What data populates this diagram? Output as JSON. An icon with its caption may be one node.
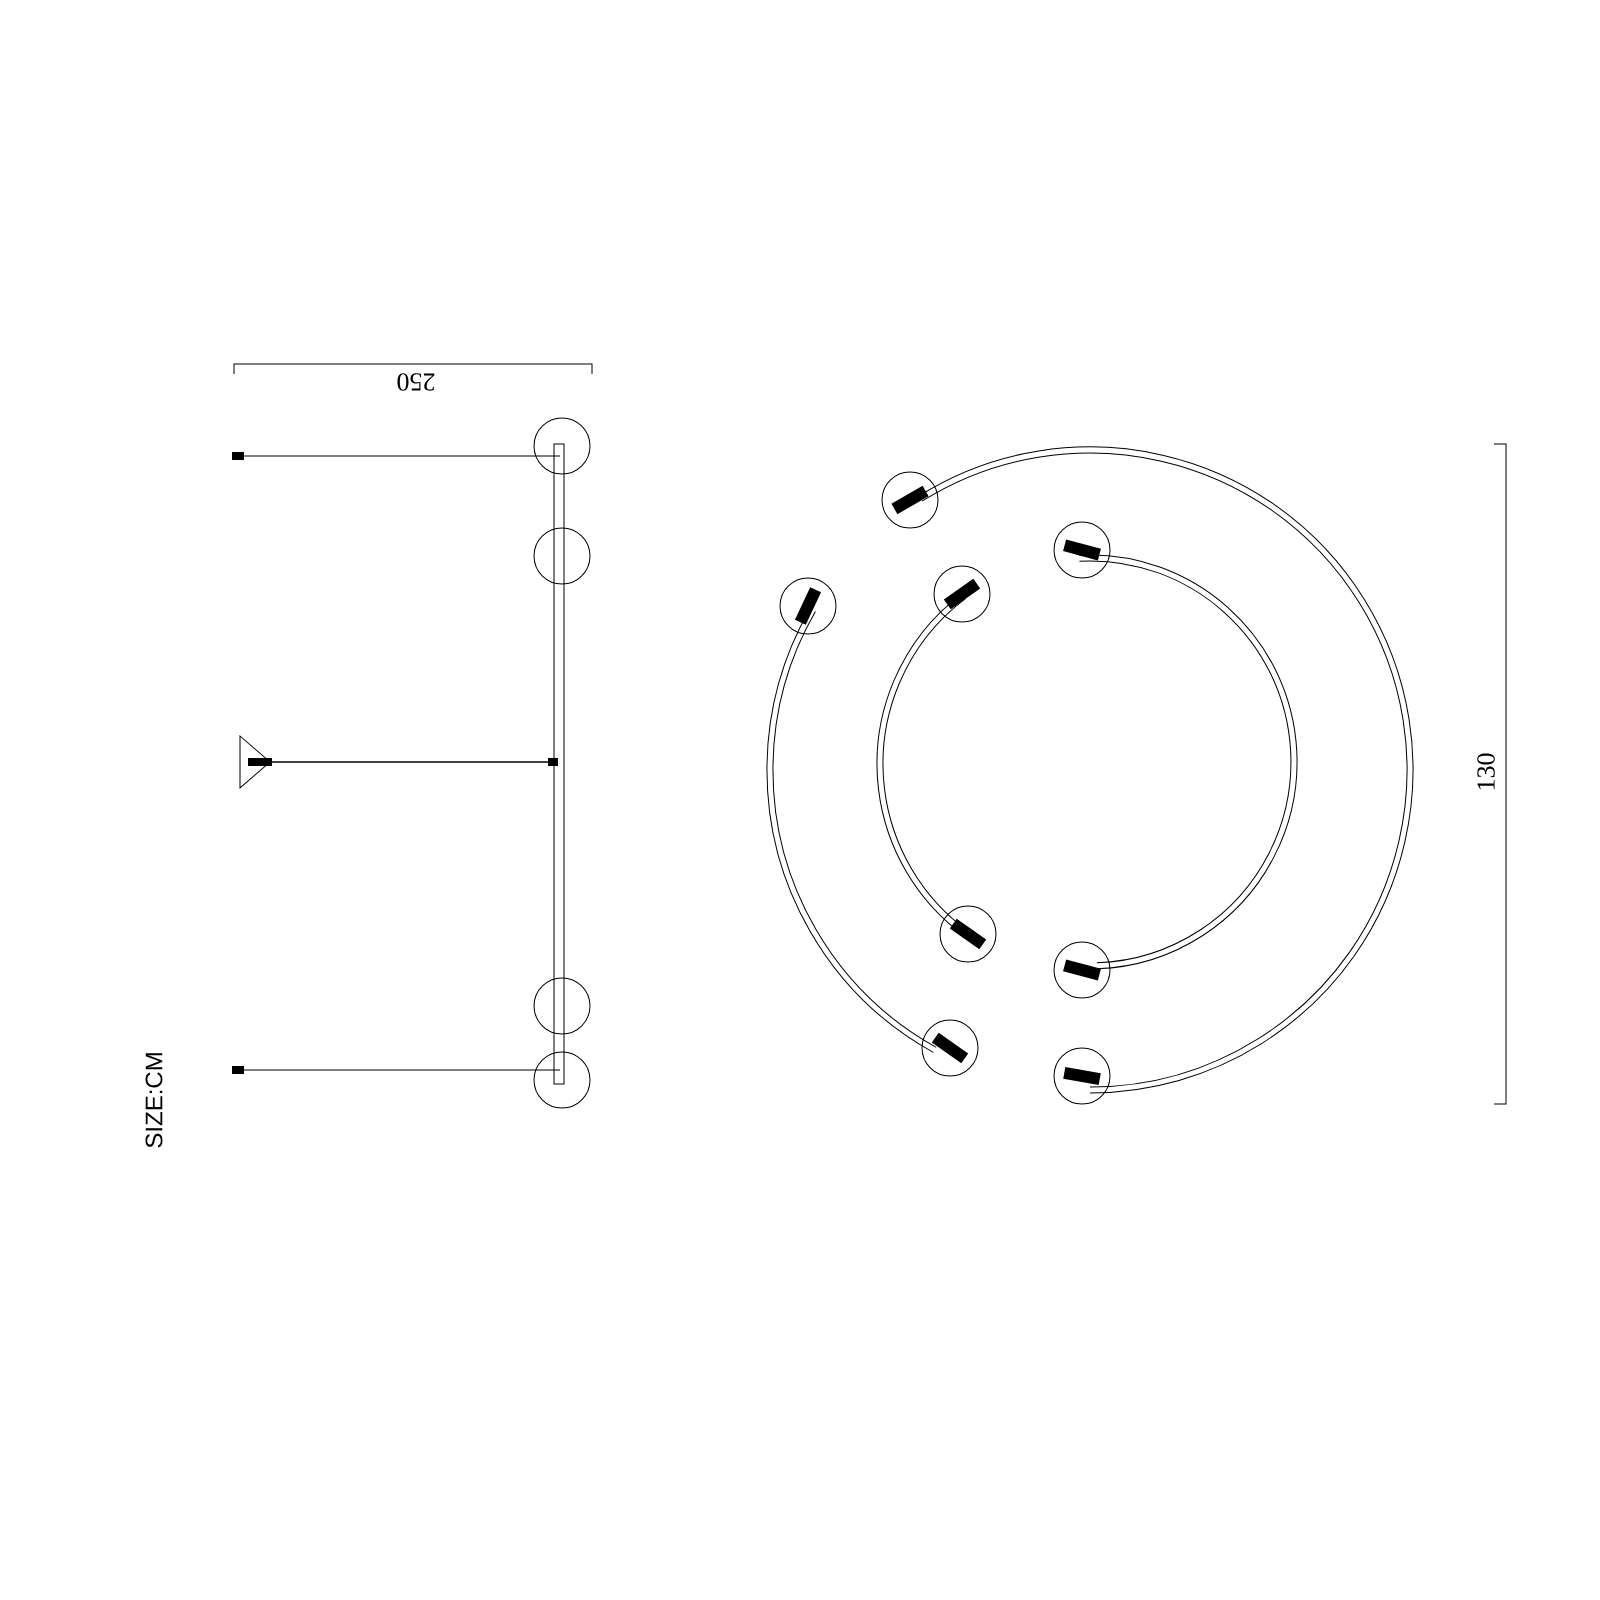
{
  "diagram": {
    "labels": [
      "250",
      "130",
      "SIZE:CM"
    ]
  }
}
